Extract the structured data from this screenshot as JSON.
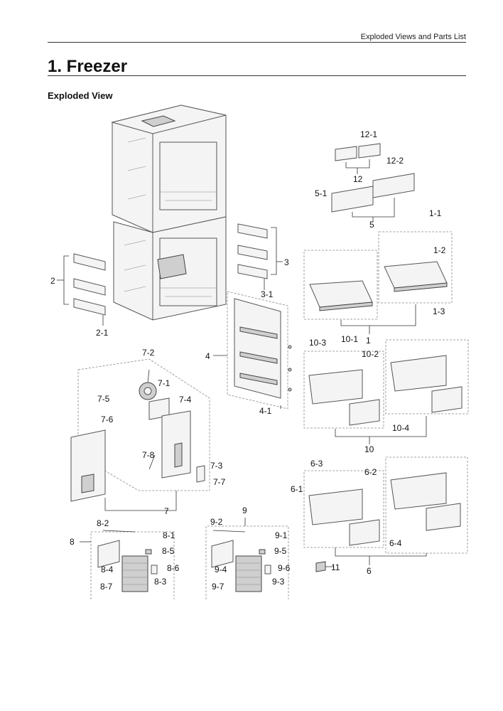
{
  "header": {
    "section": "Exploded Views and Parts List"
  },
  "title": "1.  Freezer",
  "subtitle": "Exploded View",
  "labels": {
    "l12_1": "12-1",
    "l12_2": "12-2",
    "l12": "12",
    "l5_1": "5-1",
    "l5": "5",
    "l1_1": "1-1",
    "l1_2": "1-2",
    "l1_3": "1-3",
    "l1": "1",
    "l3": "3",
    "l3_1": "3-1",
    "l2": "2",
    "l2_1": "2-1",
    "l4": "4",
    "l4_1": "4-1",
    "l7_2": "7-2",
    "l7_1": "7-1",
    "l7_4": "7-4",
    "l7_5": "7-5",
    "l7_6": "7-6",
    "l7_8": "7-8",
    "l7_3": "7-3",
    "l7_7": "7-7",
    "l7": "7",
    "l10_3": "10-3",
    "l10_1": "10-1",
    "l10_2": "10-2",
    "l10_4": "10-4",
    "l10": "10",
    "l6_3": "6-3",
    "l6_2": "6-2",
    "l6_1": "6-1",
    "l6_4": "6-4",
    "l6": "6",
    "l11": "11",
    "l8_2": "8-2",
    "l8": "8",
    "l8_1": "8-1",
    "l8_5": "8-5",
    "l8_4": "8-4",
    "l8_6": "8-6",
    "l8_7": "8-7",
    "l8_3": "8-3",
    "l9": "9",
    "l9_2": "9-2",
    "l9_1": "9-1",
    "l9_5": "9-5",
    "l9_4": "9-4",
    "l9_6": "9-6",
    "l9_7": "9-7",
    "l9_3": "9-3"
  }
}
